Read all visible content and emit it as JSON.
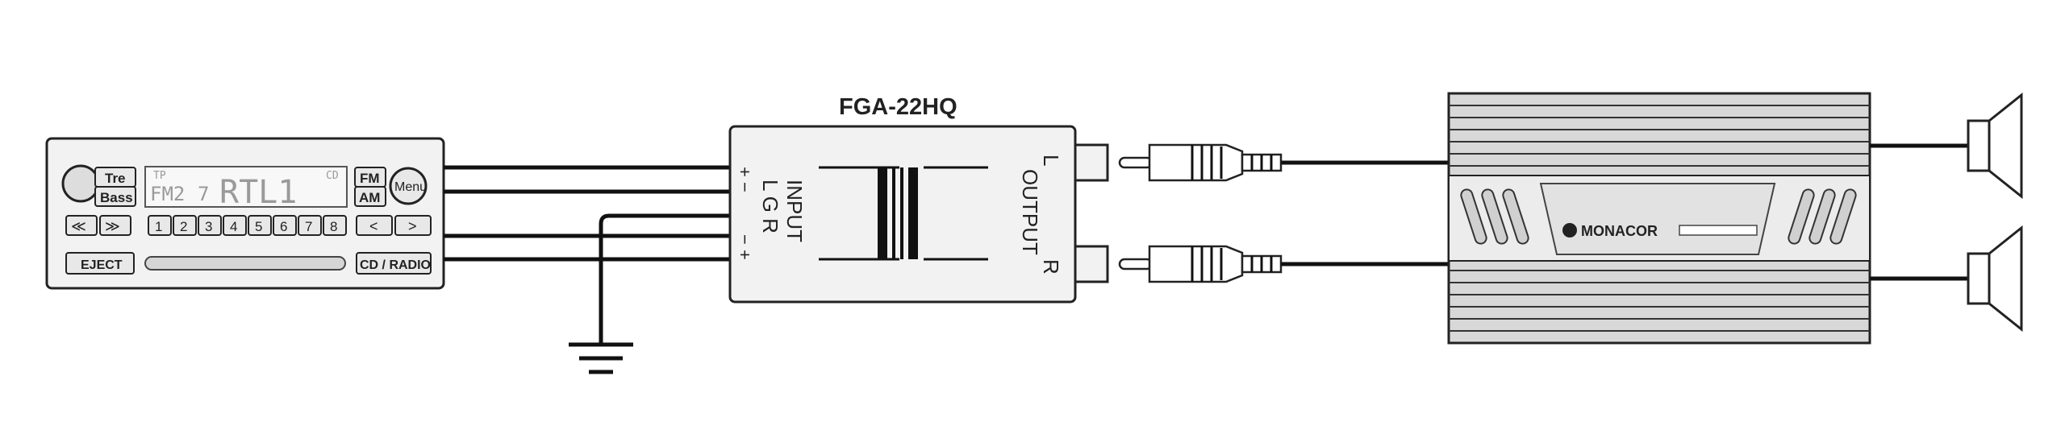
{
  "filter": {
    "title": "FGA-22HQ",
    "input_label": "INPUT",
    "output_label": "OUTPUT",
    "input_pins": "L G R",
    "input_polarity_left": "+ −",
    "input_polarity_right": "− +",
    "out_l": "L",
    "out_r": "R"
  },
  "radio": {
    "tre": "Tre",
    "bass": "Bass",
    "tp": "TP",
    "cd_indicator": "CD",
    "band": "FM2",
    "preset": "7",
    "station": "RTL1",
    "fm": "FM",
    "am": "AM",
    "menu": "Menu",
    "seek_back": "≪",
    "seek_fwd": "≫",
    "presets": [
      "1",
      "2",
      "3",
      "4",
      "5",
      "6",
      "7",
      "8"
    ],
    "eject": "EJECT",
    "cd_radio": "CD / RADIO",
    "left_arrow": "<",
    "right_arrow": ">"
  },
  "amplifier": {
    "brand": "MONACOR"
  }
}
